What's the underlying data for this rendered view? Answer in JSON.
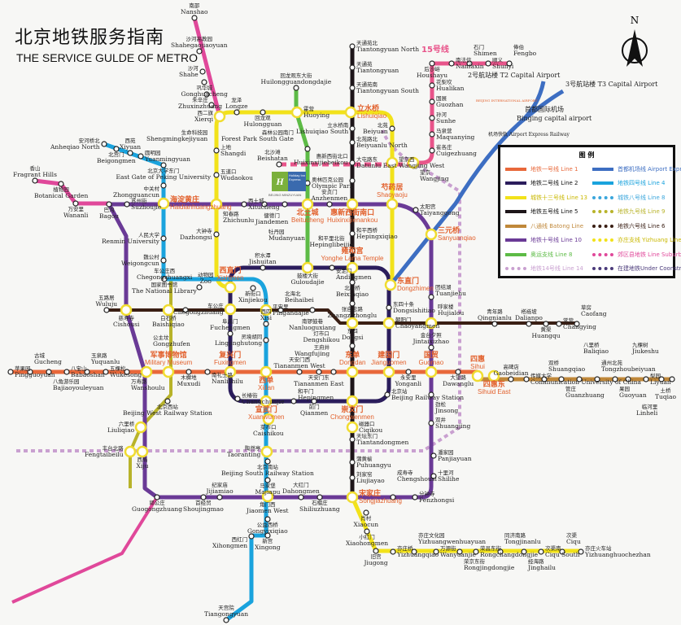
{
  "header": {
    "title_zh": "北京地铁服务指南",
    "title_en": "THE SERVICE GULDE OF METRO"
  },
  "compass": {
    "label": "N"
  },
  "line15_label": "15号线",
  "airport_labels": {
    "t2": "2号航站楼 T2 Capital Airport",
    "t3": "3号航站楼 T3 Capital Airport",
    "capital_zh": "首都国际机场",
    "capital_en": "Binging capital airport",
    "intl_airport": "BEIJING INTERNATIONAL AIRPORT",
    "express": "机场快轨 Airport Express Railway"
  },
  "logo": {
    "text": "Holiday Inn Express",
    "sub": "BEIJING MINZUYUAN"
  },
  "legend": {
    "title": "图 例",
    "items": [
      {
        "label": "地铁一号线 Line 1",
        "color": "#e8683a",
        "dashed": false
      },
      {
        "label": "地铁二号线 Line 2",
        "color": "#2b1d5c",
        "dashed": false
      },
      {
        "label": "城铁十三号线 Line 13",
        "color": "#f2e21a",
        "dashed": false
      },
      {
        "label": "地铁五号线 Line 5",
        "color": "#1d1519",
        "dashed": false
      },
      {
        "label": "八通线 Batong Line",
        "color": "#c0883a",
        "dashed": false
      },
      {
        "label": "地铁十号线 Line 10",
        "color": "#6a3a96",
        "dashed": false
      },
      {
        "label": "奥运支线 Line 8",
        "color": "#5dbb46",
        "dashed": false
      },
      {
        "label": "地铁14号线 Line 14",
        "color": "#c9a0d0",
        "dashed": true
      },
      {
        "label": "首都机场线 Airport Express",
        "color": "#3d6ec2",
        "dashed": false
      },
      {
        "label": "地铁四号线 Line 4",
        "color": "#1aa3dd",
        "dashed": false
      },
      {
        "label": "城铁八号线 Line 8",
        "color": "#3aa6dc",
        "dashed": true
      },
      {
        "label": "地铁九号线 Line 9",
        "color": "#b8b32a",
        "dashed": true
      },
      {
        "label": "地铁六号线 Line 6",
        "color": "#3a1f14",
        "dashed": true
      },
      {
        "label": "亦庄支线 Yizhuang Line",
        "color": "#f2e21a",
        "dashed": true
      },
      {
        "label": "郊区县地铁 Line Suburban",
        "color": "#e0489a",
        "dashed": true
      },
      {
        "label": "在建地铁Under Coonstruction",
        "color": "#4a3a7a",
        "dashed": true
      }
    ]
  },
  "stations": [
    {
      "zh": "苹果园",
      "en": "Pingguoyuan"
    },
    {
      "zh": "古城",
      "en": "Gucheng"
    },
    {
      "zh": "八角游乐园",
      "en": "Bajiaoyouleyuan"
    },
    {
      "zh": "八宝山",
      "en": "Babaoshan"
    },
    {
      "zh": "玉泉路",
      "en": "Yuquanlu"
    },
    {
      "zh": "五棵松",
      "en": "Wukesong"
    },
    {
      "zh": "万寿路",
      "en": "Wanshoulu"
    },
    {
      "zh": "公主坟",
      "en": "Gongzhufen",
      "transfer": true
    },
    {
      "zh": "军事博物馆",
      "en": "Military Museum",
      "transfer": true,
      "highlight": true
    },
    {
      "zh": "木樨地",
      "en": "Muxudi"
    },
    {
      "zh": "南礼士路",
      "en": "Nanlishilu"
    },
    {
      "zh": "复兴门",
      "en": "Fuxingmen",
      "transfer": true,
      "highlight": true
    },
    {
      "zh": "西单",
      "en": "Xidan",
      "transfer": true,
      "highlight": true
    },
    {
      "zh": "天安门西",
      "en": "Tiananmen West"
    },
    {
      "zh": "天安门东",
      "en": "Tiananmen East"
    },
    {
      "zh": "王府井",
      "en": "Wangfujing"
    },
    {
      "zh": "东单",
      "en": "Dongdan",
      "transfer": true,
      "highlight": true
    },
    {
      "zh": "建国门",
      "en": "Jianguomen",
      "transfer": true,
      "highlight": true
    },
    {
      "zh": "永安里",
      "en": "Yonganli"
    },
    {
      "zh": "国贸",
      "en": "Guomao",
      "transfer": true,
      "highlight": true
    },
    {
      "zh": "大望路",
      "en": "Dawanglu"
    },
    {
      "zh": "四惠",
      "en": "Sihui",
      "transfer": true,
      "highlight": true
    },
    {
      "zh": "四惠东",
      "en": "Sihuid East",
      "transfer": true,
      "highlight": true
    },
    {
      "zh": "高碑店",
      "en": "Gaobeidian"
    },
    {
      "zh": "传媒大学",
      "en": "Communication University of China"
    },
    {
      "zh": "双桥",
      "en": "Shuangqiao"
    },
    {
      "zh": "管庄",
      "en": "Guanzhuang"
    },
    {
      "zh": "八里桥",
      "en": "Baliqiao"
    },
    {
      "zh": "通州北苑",
      "en": "Tongzhoubeiyuan"
    },
    {
      "zh": "果园",
      "en": "Guoyuan"
    },
    {
      "zh": "九棵树",
      "en": "Jiukeshu"
    },
    {
      "zh": "梨园",
      "en": "Liyuan"
    },
    {
      "zh": "临河里",
      "en": "Linheli"
    },
    {
      "zh": "土桥",
      "en": "Tuqiao"
    },
    {
      "zh": "积水潭",
      "en": "Jishuitan"
    },
    {
      "zh": "鼓楼大街",
      "en": "Guloudajie",
      "transfer": true
    },
    {
      "zh": "安定门",
      "en": "Andingmen"
    },
    {
      "zh": "雍和宫",
      "en": "Yonghe Lama Temple",
      "transfer": true,
      "highlight": true
    },
    {
      "zh": "东直门",
      "en": "Dongzhimen",
      "transfer": true,
      "highlight": true
    },
    {
      "zh": "东四十条",
      "en": "Dongsishitiao"
    },
    {
      "zh": "朝阳门",
      "en": "Chaoyangmen",
      "transfer": true
    },
    {
      "zh": "北京站",
      "en": "Beijing Railway Station"
    },
    {
      "zh": "崇文门",
      "en": "Chongwenmen",
      "transfer": true,
      "highlight": true
    },
    {
      "zh": "前门",
      "en": "Qianmen"
    },
    {
      "zh": "和平门",
      "en": "Hepingmen"
    },
    {
      "zh": "宣武门",
      "en": "Xuanwumen",
      "transfer": true,
      "highlight": true
    },
    {
      "zh": "长椿街",
      "en": "Changchunjie"
    },
    {
      "zh": "阜成门",
      "en": "Fuchengmen"
    },
    {
      "zh": "车公庄",
      "en": "Chegongzhuang",
      "transfer": true
    },
    {
      "zh": "西直门",
      "en": "Xizhimen",
      "transfer": true,
      "highlight": true
    },
    {
      "zh": "安河桥北",
      "en": "Anheqiao North"
    },
    {
      "zh": "北宫门",
      "en": "Beigongmen"
    },
    {
      "zh": "西苑",
      "en": "Xiyuan"
    },
    {
      "zh": "圆明园",
      "en": "Yuanmingyuan"
    },
    {
      "zh": "北京大学东门",
      "en": "East Gate of Peking University"
    },
    {
      "zh": "中关村",
      "en": "Zhongguancun"
    },
    {
      "zh": "海淀黄庄",
      "en": "Haidianhuangzhuang",
      "transfer": true,
      "highlight": true
    },
    {
      "zh": "人民大学",
      "en": "Renmin University"
    },
    {
      "zh": "魏公村",
      "en": "Weigongcun"
    },
    {
      "zh": "国家图书馆",
      "en": "The National Library"
    },
    {
      "zh": "动物园",
      "en": "Zoo"
    },
    {
      "zh": "新街口",
      "en": "Xinjiekou"
    },
    {
      "zh": "平安里",
      "en": "Pingandajie",
      "transfer": true
    },
    {
      "zh": "西四",
      "en": "Xisi"
    },
    {
      "zh": "灵境胡同",
      "en": "Lingjinghutong"
    },
    {
      "zh": "菜市口",
      "en": "Caishikou",
      "transfer": true
    },
    {
      "zh": "陶然亭",
      "en": "Taoranting",
      "transfer": true
    },
    {
      "zh": "北京南站",
      "en": "Beijing South Railway Station"
    },
    {
      "zh": "马家堡",
      "en": "Majiapu"
    },
    {
      "zh": "角门西",
      "en": "Jiaomen West",
      "transfer": true
    },
    {
      "zh": "公益西桥",
      "en": "Gongyixiqiao"
    },
    {
      "zh": "新宫",
      "en": "Xingong"
    },
    {
      "zh": "西红门",
      "en": "Xihongmen"
    },
    {
      "zh": "天宫院",
      "en": "Tiangongyuan"
    },
    {
      "zh": "西二旗",
      "en": "Xierqi",
      "transfer": true
    },
    {
      "zh": "龙泽",
      "en": "Longze"
    },
    {
      "zh": "回龙观",
      "en": "Hulongguan"
    },
    {
      "zh": "霍营",
      "en": "Huoying",
      "transfer": true
    },
    {
      "zh": "立水桥",
      "en": "Lishuiqiao",
      "transfer": true,
      "highlight": true
    },
    {
      "zh": "上地",
      "en": "Shangdi"
    },
    {
      "zh": "五道口",
      "en": "Wudaokou"
    },
    {
      "zh": "知春路",
      "en": "Zhichunlu",
      "transfer": true
    },
    {
      "zh": "大钟寺",
      "en": "Dazhongsi"
    },
    {
      "zh": "北苑",
      "en": "Beiyuan"
    },
    {
      "zh": "望京西",
      "en": "Wangjing West",
      "transfer": true
    },
    {
      "zh": "巴沟",
      "en": "Bagou"
    },
    {
      "zh": "苏州街",
      "en": "Suzhoujie"
    },
    {
      "zh": "西土城",
      "en": "Xitucheng"
    },
    {
      "zh": "牡丹园",
      "en": "Mudanyuan"
    },
    {
      "zh": "健德门",
      "en": "Jiandemen"
    },
    {
      "zh": "北土城",
      "en": "Beitucheng",
      "transfer": true,
      "highlight": true
    },
    {
      "zh": "安贞门",
      "en": "Anzhenmen"
    },
    {
      "zh": "惠新西街南口",
      "en": "Huixinxijienankou",
      "transfer": true,
      "highlight": true
    },
    {
      "zh": "芍药居",
      "en": "Shaoyaoju",
      "transfer": true,
      "highlight": true
    },
    {
      "zh": "太阳宫",
      "en": "Taiyanggong"
    },
    {
      "zh": "三元桥",
      "en": "Sanyuanqiao",
      "transfer": true,
      "highlight": true
    },
    {
      "zh": "团结湖",
      "en": "Tuanjiehu"
    },
    {
      "zh": "呼家楼",
      "en": "Hujialou",
      "transfer": true
    },
    {
      "zh": "金台夕照",
      "en": "Jintaixizhao"
    },
    {
      "zh": "双井",
      "en": "Shuangjing"
    },
    {
      "zh": "劲松",
      "en": "Jinsong"
    },
    {
      "zh": "潘家园",
      "en": "Panjiayuan"
    },
    {
      "zh": "十里河",
      "en": "Shilihe"
    },
    {
      "zh": "分钟寺",
      "en": "Fenzhongsi"
    },
    {
      "zh": "成寿寺",
      "en": "Chengshousi"
    },
    {
      "zh": "宋家庄",
      "en": "Songjiazhuang",
      "transfer": true,
      "highlight": true
    },
    {
      "zh": "大红门",
      "en": "Dahongmen"
    },
    {
      "zh": "石榴庄",
      "en": "Shiliuzhuang"
    },
    {
      "zh": "纪家庙",
      "en": "Jijiamiao"
    },
    {
      "zh": "首经贸",
      "en": "Shoujingmao"
    },
    {
      "zh": "郭公庄",
      "en": "Guogongzhuang"
    },
    {
      "zh": "天通苑北",
      "en": "Tiantongyuan North"
    },
    {
      "zh": "天通苑",
      "en": "Tiantongyuan"
    },
    {
      "zh": "天通苑南",
      "en": "Tiantongyuan South"
    },
    {
      "zh": "立水桥南",
      "en": "Lishuiqiao South"
    },
    {
      "zh": "北苑路北",
      "en": "Beiyuanlu North"
    },
    {
      "zh": "大屯路东",
      "en": "Datunlu East"
    },
    {
      "zh": "惠新西街北口",
      "en": "Huixinxijiebeikou"
    },
    {
      "zh": "和平西桥",
      "en": "Hepingxiqiao"
    },
    {
      "zh": "和平里北街",
      "en": "Hepinglibeijie"
    },
    {
      "zh": "北新桥",
      "en": "Beixinqiao"
    },
    {
      "zh": "张自忠路",
      "en": "Zhangzizhonglu"
    },
    {
      "zh": "东四",
      "en": "Dongsi",
      "transfer": true
    },
    {
      "zh": "灯市口",
      "en": "Dengshikou"
    },
    {
      "zh": "磁器口",
      "en": "Ciqikou",
      "transfer": true
    },
    {
      "zh": "天坛东门",
      "en": "Tiantandongmen"
    },
    {
      "zh": "蒲黄榆",
      "en": "Puhuangyu"
    },
    {
      "zh": "刘家窑",
      "en": "Liujiayao"
    },
    {
      "zh": "回龙观东大街",
      "en": "Huilongguandongdajie"
    },
    {
      "zh": "森林公园南门",
      "en": "Forest Park South Gate"
    },
    {
      "zh": "奥林匹克公园",
      "en": "Olympic Park"
    },
    {
      "zh": "北沙滩",
      "en": "Beishatan"
    },
    {
      "zh": "后沙峪",
      "en": "Houshayu"
    },
    {
      "zh": "南法信",
      "en": "Nanfaxin"
    },
    {
      "zh": "石门",
      "en": "Shimen"
    },
    {
      "zh": "顺义",
      "en": "Shunyi"
    },
    {
      "zh": "俸伯",
      "en": "Fengbo"
    },
    {
      "zh": "花梨坎",
      "en": "Hualikan"
    },
    {
      "zh": "国展",
      "en": "Guozhan"
    },
    {
      "zh": "孙河",
      "en": "Sunhe"
    },
    {
      "zh": "马泉营",
      "en": "Maquanying"
    },
    {
      "zh": "崔各庄",
      "en": "Cuigezhuang"
    },
    {
      "zh": "望京",
      "en": "Wangjing",
      "transfer": true
    },
    {
      "zh": "五路居",
      "en": "Wuluju"
    },
    {
      "zh": "慈寿寺",
      "en": "Cishousi",
      "transfer": true
    },
    {
      "zh": "白石桥",
      "en": "Baishiqiao",
      "transfer": true
    },
    {
      "zh": "车公庄西",
      "en": "Chegongzhuangxi"
    },
    {
      "zh": "北海北",
      "en": "Beihaibei"
    },
    {
      "zh": "南锣鼓巷",
      "en": "Nanluoguxiang"
    },
    {
      "zh": "青年路",
      "en": "Qingnianlu"
    },
    {
      "zh": "褡裢坡",
      "en": "Dalianpo"
    },
    {
      "zh": "黄渠",
      "en": "Huangqu"
    },
    {
      "zh": "常营",
      "en": "Changying"
    },
    {
      "zh": "草房",
      "en": "Caofang"
    },
    {
      "zh": "肖村",
      "en": "Xiaocun"
    },
    {
      "zh": "小红门",
      "en": "Xiaohongmen"
    },
    {
      "zh": "旧宫",
      "en": "Jiugong"
    },
    {
      "zh": "亦庄桥",
      "en": "Yizhuangqiao"
    },
    {
      "zh": "亦庄文化园",
      "en": "Yizhuangwenhuayuan"
    },
    {
      "zh": "万源街",
      "en": "Wanyuanjie"
    },
    {
      "zh": "荣京东街",
      "en": "Rongjingdongjie"
    },
    {
      "zh": "荣昌东街",
      "en": "Rongchangdongjie"
    },
    {
      "zh": "同济南路",
      "en": "Tongjinanlu"
    },
    {
      "zh": "经海路",
      "en": "Jinghailu"
    },
    {
      "zh": "次渠南",
      "en": "Ciqu South"
    },
    {
      "zh": "次渠",
      "en": "Ciqu"
    },
    {
      "zh": "亦庄火车站",
      "en": "Yizhuanghuochezhan"
    },
    {
      "zh": "香山",
      "en": "Fragrant Hills"
    },
    {
      "zh": "植物园",
      "en": "Botanical Garden"
    },
    {
      "zh": "万安里",
      "en": "Wananli"
    },
    {
      "zh": "南邵",
      "en": "Nanshao"
    },
    {
      "zh": "沙河高教园",
      "en": "Shahegaojiaoyuan"
    },
    {
      "zh": "沙河",
      "en": "Shahe"
    },
    {
      "zh": "巩华城",
      "en": "Gonghuacheng"
    },
    {
      "zh": "朱辛庄",
      "en": "Zhuxinzhuang"
    },
    {
      "zh": "生命科技园",
      "en": "Shengmingkejiyuan"
    },
    {
      "zh": "北京西站",
      "en": "Beijing West Railway Station"
    },
    {
      "zh": "六里桥",
      "en": "Liuliqiao",
      "transfer": true
    },
    {
      "zh": "丰台北路",
      "en": "Fengtaibeilu",
      "transfer": true
    },
    {
      "zh": "西局",
      "en": "Xiju",
      "transfer": true
    }
  ]
}
